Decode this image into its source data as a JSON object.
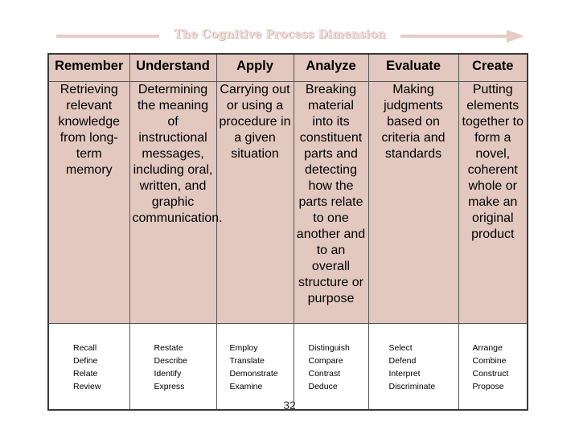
{
  "title": "The Cognitive Process Dimension",
  "page_number": "32",
  "colors": {
    "cell_background": "#e2c8bf",
    "arrow": "#e6cbc6",
    "title_fill": "#f3dedb"
  },
  "columns": [
    {
      "heading": "Remember",
      "description": "Retrieving relevant knowledge from long-term memory",
      "verbs": [
        "Recall",
        "Define",
        "Relate",
        "Review"
      ]
    },
    {
      "heading": "Understand",
      "description": "Determining the meaning of instructional messages, including oral, written, and graphic communication.",
      "verbs": [
        "Restate",
        "Describe",
        "Identify",
        "Express"
      ]
    },
    {
      "heading": "Apply",
      "description": "Carrying out or using a procedure in a given situation",
      "verbs": [
        "Employ",
        "Translate",
        "Demonstrate",
        "Examine"
      ]
    },
    {
      "heading": "Analyze",
      "description": "Breaking material into its constituent parts and detecting how the parts relate to one another and to an overall structure or purpose",
      "verbs": [
        "Distinguish",
        "Compare",
        "Contrast",
        "Deduce"
      ]
    },
    {
      "heading": "Evaluate",
      "description": "Making judgments based on criteria and standards",
      "verbs": [
        "Select",
        "Defend",
        "Interpret",
        "Discriminate"
      ]
    },
    {
      "heading": "Create",
      "description": "Putting elements together to form a novel, coherent whole or make an original product",
      "verbs": [
        "Arrange",
        "Combine",
        "Construct",
        "Propose"
      ]
    }
  ]
}
